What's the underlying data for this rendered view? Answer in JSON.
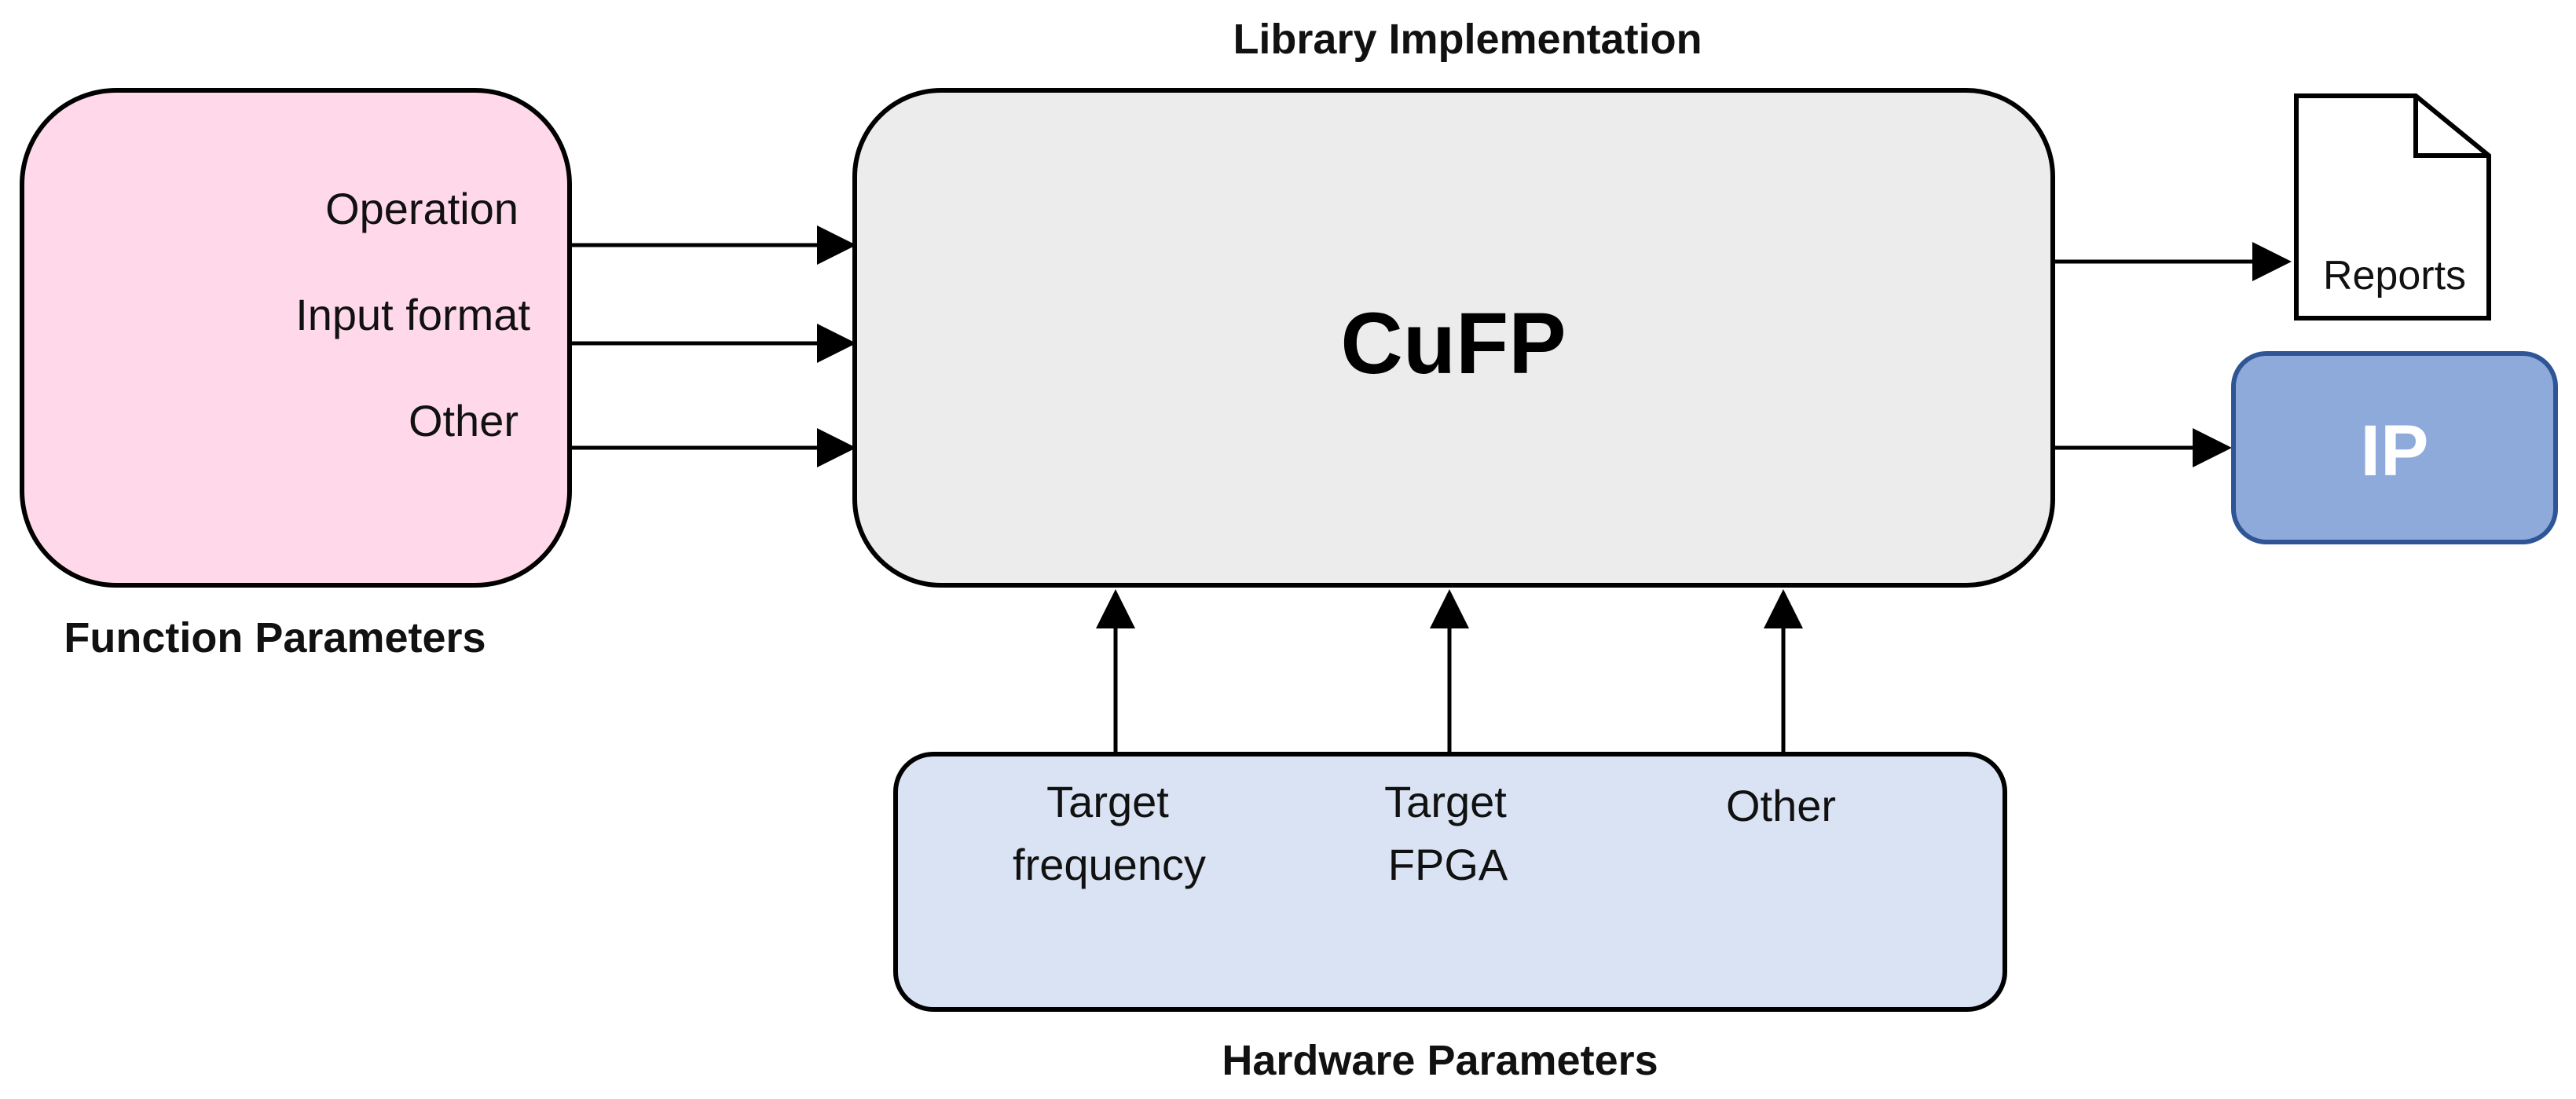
{
  "function_parameters": {
    "caption": "Function Parameters",
    "items": [
      "Operation",
      "Input format",
      "Other"
    ],
    "fill_color": "#ffd9ea"
  },
  "library": {
    "caption": "Library Implementation",
    "name": "CuFP",
    "fill_color": "#ececec"
  },
  "hardware_parameters": {
    "caption": "Hardware Parameters",
    "items": [
      {
        "line1": "Target",
        "line2": "frequency"
      },
      {
        "line1": "Target",
        "line2": "FPGA"
      },
      {
        "line1": "Other",
        "line2": ""
      }
    ],
    "fill_color": "#dae3f3"
  },
  "outputs": {
    "reports_label": "Reports",
    "ip_label": "IP",
    "ip_fill_color": "#8eaadb",
    "ip_border_color": "#2f5597"
  }
}
